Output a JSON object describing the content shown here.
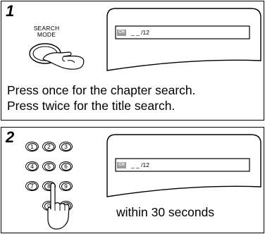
{
  "step1": {
    "number": "1",
    "button_label_line1": "SEARCH",
    "button_label_line2": "MODE",
    "osd_badge": "CH",
    "osd_value": "_ _ /12",
    "description_line1": "Press once for the chapter search.",
    "description_line2": "Press twice for the title search."
  },
  "step2": {
    "number": "2",
    "keys": [
      "1",
      "2",
      "3",
      "4",
      "5",
      "6",
      "7",
      "8",
      "9",
      "0",
      "10"
    ],
    "osd_badge": "CH",
    "osd_value": "_ _ /12",
    "note": "within 30 seconds"
  }
}
